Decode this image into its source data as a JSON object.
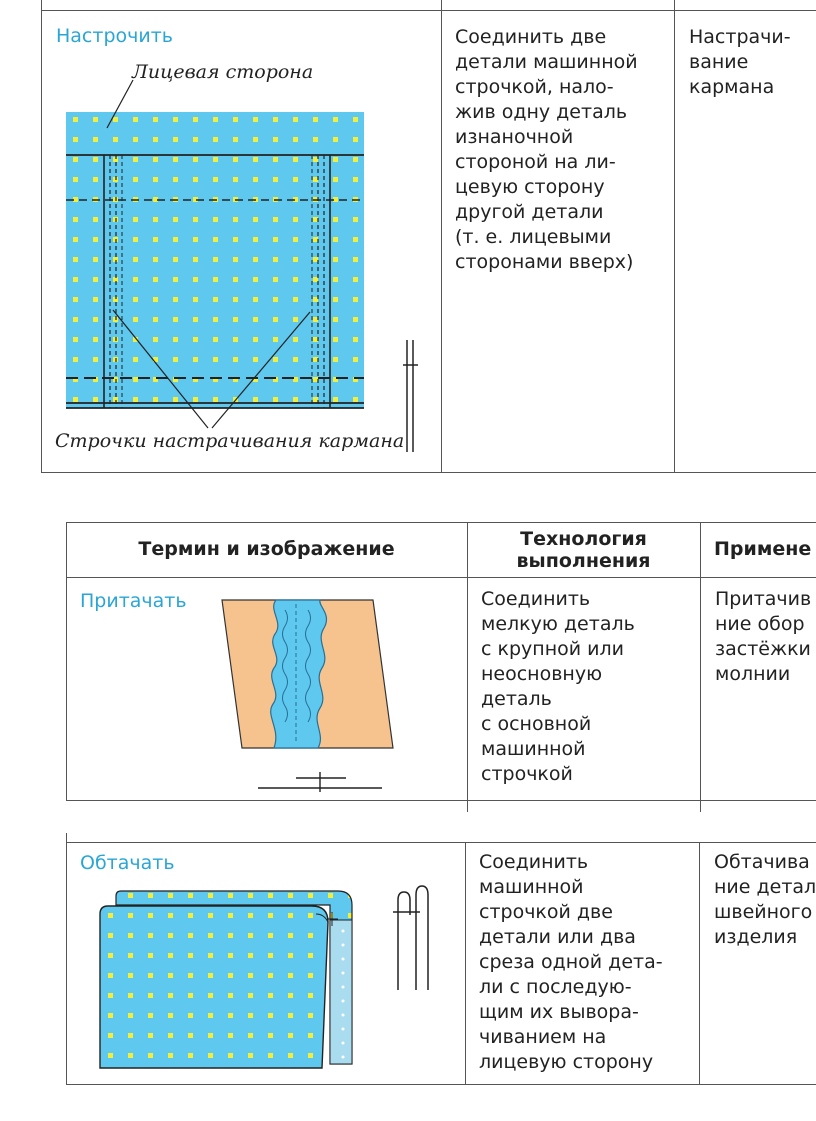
{
  "table1": {
    "row": {
      "term": "Настрочить",
      "tech": "Соединить две\nдетали машинной\nстрочкой, нало-\nжив одну деталь\nизнаночной\nстороной на ли-\nцевую сторону\nдругой детали\n(т. е. лицевыми\nсторонами вверх)",
      "use": "Настрачи-\nвание\nкармана",
      "caption_top": "Лицевая сторона",
      "caption_bottom": "Строчки настрачивания кармана"
    }
  },
  "table2": {
    "headers": {
      "col1": "Термин и изображение",
      "col2": "Технология\nвыполнения",
      "col3": "Примене"
    },
    "row1": {
      "term": "Притачать",
      "tech": "Соединить\nмелкую деталь\nс крупной или\nнеосновную\nдеталь\nс основной\nмашинной\nстрочкой",
      "use": "Притачив\nние обор\nзастёжки\nмолнии"
    },
    "row2": {
      "term": "Обтачать",
      "tech": "Соединить\nмашинной\nстрочкой две\nдетали или два\nсреза одной дета-\nли с последую-\nщим их вывора-\nчиванием на\nлицевую сторону",
      "use": "Обтачива\nние детал\nшвейного\nизделия"
    }
  },
  "colors": {
    "term_text": "#2aa6d6",
    "fabric_blue": "#5ec8ee",
    "fabric_dot": "#f2ee3c",
    "fabric_light": "#a9dcef",
    "base_fabric": "#f6c38f",
    "border": "#555555"
  }
}
